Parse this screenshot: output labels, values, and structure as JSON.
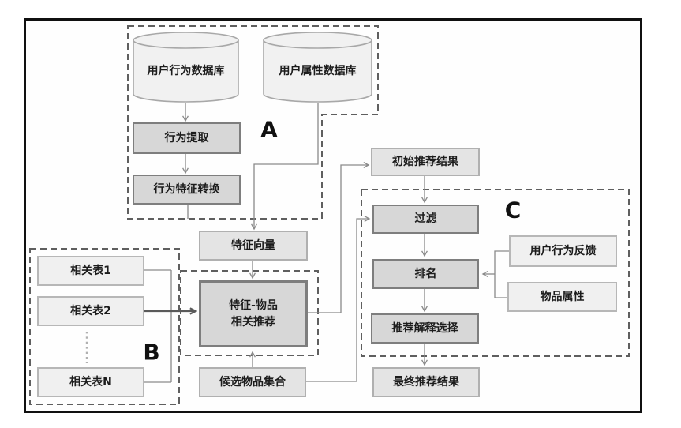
{
  "diagram": {
    "regions": {
      "a_label": "A",
      "b_label": "B",
      "c_label": "C"
    },
    "nodes": {
      "user_behavior_db": "用户行为数据库",
      "user_attribute_db": "用户属性数据库",
      "behavior_extraction": "行为提取",
      "behavior_feature_conversion": "行为特征转换",
      "feature_vector": "特征向量",
      "feature_item_rec_line1": "特征-物品",
      "feature_item_rec_line2": "相关推荐",
      "candidate_item_set": "候选物品集合",
      "related_table_1": "相关表1",
      "related_table_2": "相关表2",
      "related_table_n": "相关表N",
      "initial_recommendation_result": "初始推荐结果",
      "filtering": "过滤",
      "ranking": "排名",
      "explanation_selection": "推荐解释选择",
      "final_recommendation_result": "最终推荐结果",
      "user_behavior_feedback": "用户行为反馈",
      "item_attributes": "物品属性"
    },
    "colors": {
      "line": "#8a8a8a",
      "bold_line": "#5a5a5a",
      "dashed_region": "#5f5f5f",
      "box_medium_fill": "#d7d7d7",
      "box_light_fill": "#e4e4e4",
      "box_xlight_fill": "#f0f0f0"
    }
  }
}
